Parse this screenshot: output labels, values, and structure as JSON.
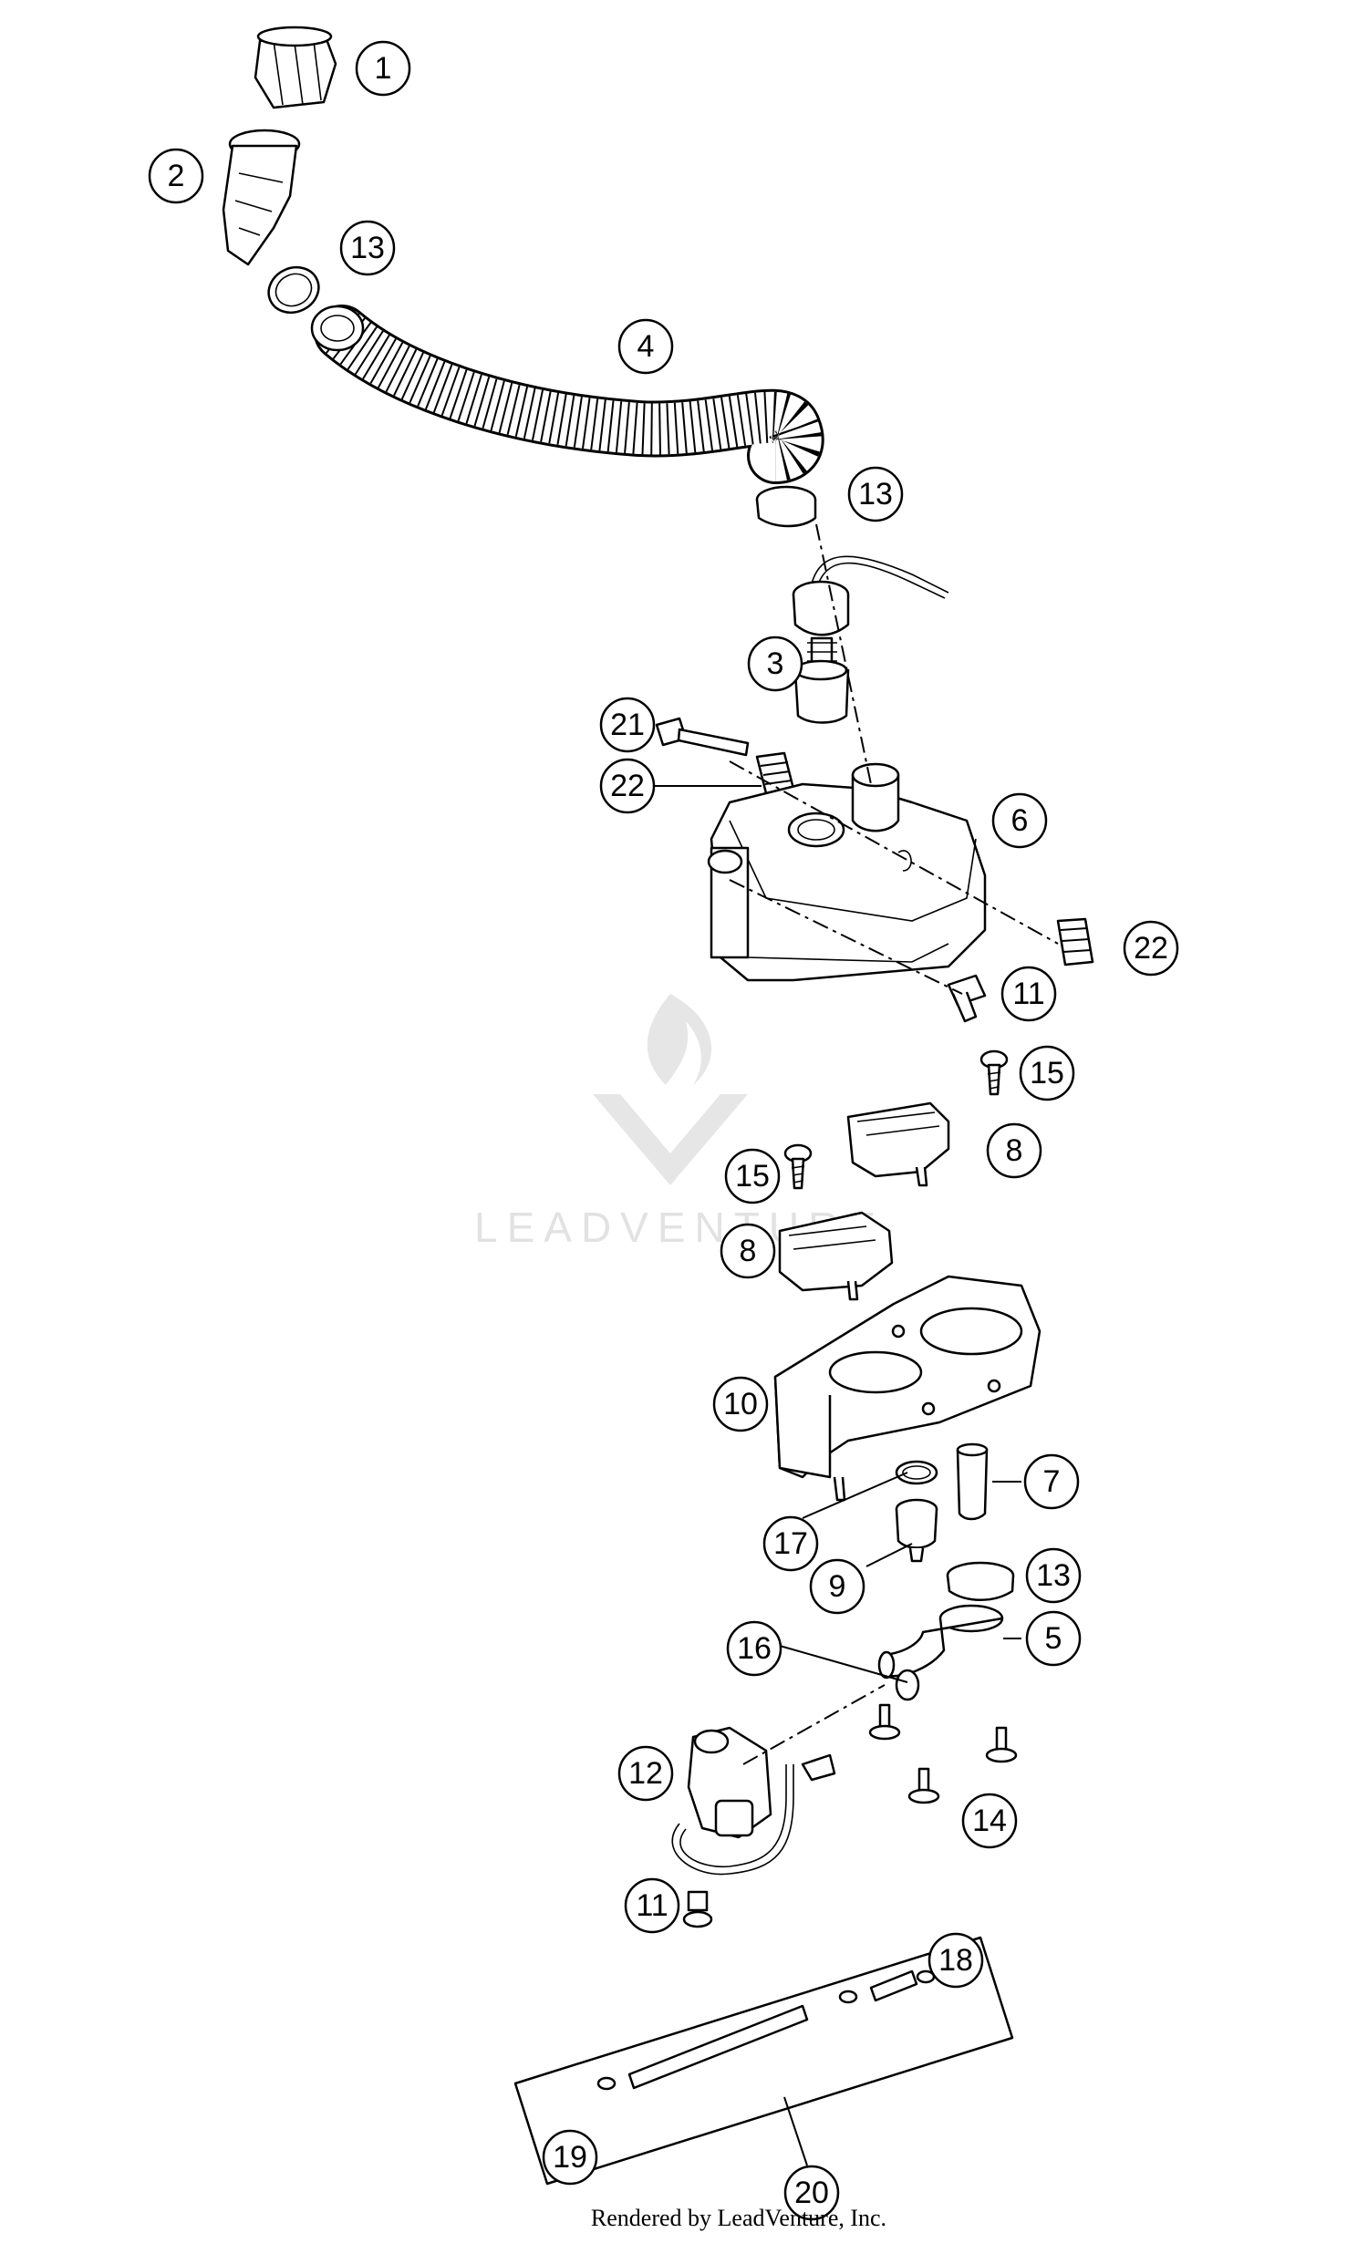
{
  "callouts": [
    {
      "label": "1"
    },
    {
      "label": "2"
    },
    {
      "label": "13"
    },
    {
      "label": "4"
    },
    {
      "label": "13"
    },
    {
      "label": "3"
    },
    {
      "label": "21"
    },
    {
      "label": "22"
    },
    {
      "label": "6"
    },
    {
      "label": "22"
    },
    {
      "label": "11"
    },
    {
      "label": "15"
    },
    {
      "label": "8"
    },
    {
      "label": "15"
    },
    {
      "label": "8"
    },
    {
      "label": "10"
    },
    {
      "label": "7"
    },
    {
      "label": "17"
    },
    {
      "label": "9"
    },
    {
      "label": "13"
    },
    {
      "label": "5"
    },
    {
      "label": "16"
    },
    {
      "label": "12"
    },
    {
      "label": "14"
    },
    {
      "label": "11"
    },
    {
      "label": "18"
    },
    {
      "label": "19"
    },
    {
      "label": "20"
    }
  ],
  "watermark": {
    "text": "LEADVENTURE"
  },
  "footer": {
    "text": "Rendered by LeadVenture, Inc."
  },
  "colors": {
    "line": "#000000",
    "background": "#ffffff",
    "watermark": "#cfcfcf"
  }
}
